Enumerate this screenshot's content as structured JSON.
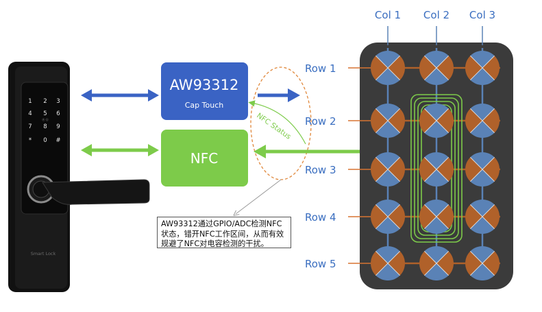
{
  "lock": {
    "keypad": [
      "1",
      "2",
      "3",
      "4",
      "5",
      "6",
      "7",
      "8",
      "9",
      "*",
      "0",
      "#"
    ],
    "key5_sublabel": "ⓟ ⓢ",
    "brand": "Smart Lock"
  },
  "chip": {
    "title": "AW93312",
    "subtitle": "Cap Touch"
  },
  "nfc": {
    "label": "NFC"
  },
  "status_label": "NFC Status",
  "note": "AW93312通过GPIO/ADC检测NFC状态，错开NFC工作区间，从而有效规避了NFC对电容检测的干扰。",
  "matrix": {
    "columns": [
      "Col 1",
      "Col 2",
      "Col 3"
    ],
    "rows": [
      "Row 1",
      "Row 2",
      "Row 3",
      "Row 4",
      "Row 5"
    ]
  },
  "colors": {
    "chip_blue": "#3a63c4",
    "nfc_green": "#7dcb4a",
    "label_blue": "#3a6ec0",
    "electrode_orange": "#b0612a",
    "electrode_blue": "#5a82b6",
    "panel": "#3b3b3b",
    "wire_orange": "#d77432",
    "dashed_ellipse": "#e0873a"
  }
}
